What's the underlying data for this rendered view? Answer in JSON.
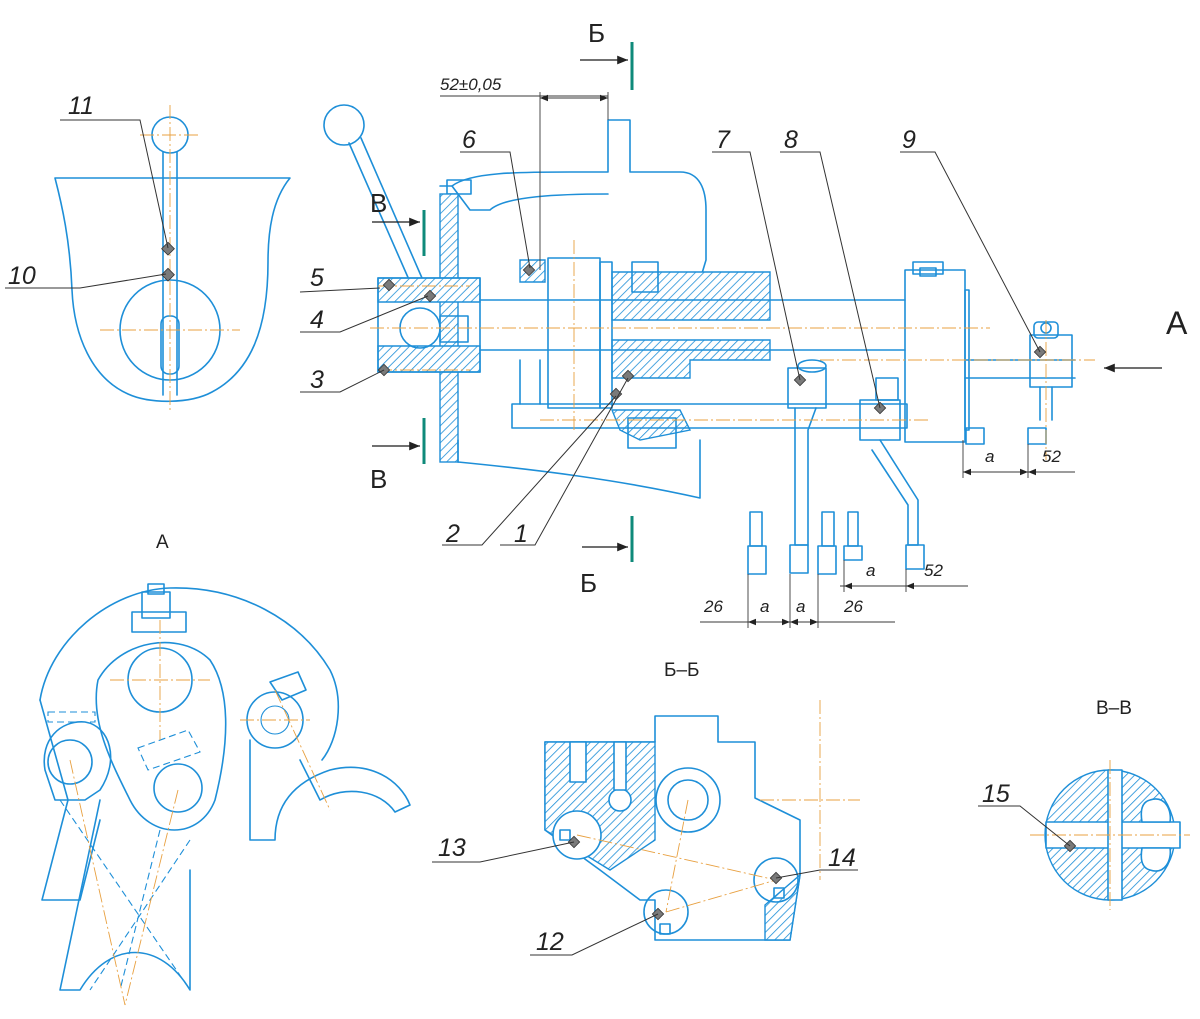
{
  "drawing": {
    "section_labels": {
      "b_top": "Б",
      "b_bottom": "Б",
      "v_top": "В",
      "v_bottom": "В",
      "view_a_arrow": "А"
    },
    "view_titles": {
      "view_a": "А",
      "section_bb": "Б–Б",
      "section_vv": "В–В"
    },
    "dimensions": {
      "top_offset": "52±0,05",
      "right_a": "a",
      "right_52": "52",
      "lower_a": "a",
      "lower_52": "52",
      "bottom_26_left": "26",
      "bottom_a_1": "a",
      "bottom_a_2": "a",
      "bottom_26_right": "26"
    },
    "callouts": [
      "1",
      "2",
      "3",
      "4",
      "5",
      "6",
      "7",
      "8",
      "9",
      "10",
      "11",
      "12",
      "13",
      "14",
      "15"
    ],
    "colors": {
      "part_line": "#1e8fd8",
      "axis_line": "#e8a040",
      "section_marker": "#0f8a7a",
      "sensor": "#7a7a7a"
    }
  }
}
